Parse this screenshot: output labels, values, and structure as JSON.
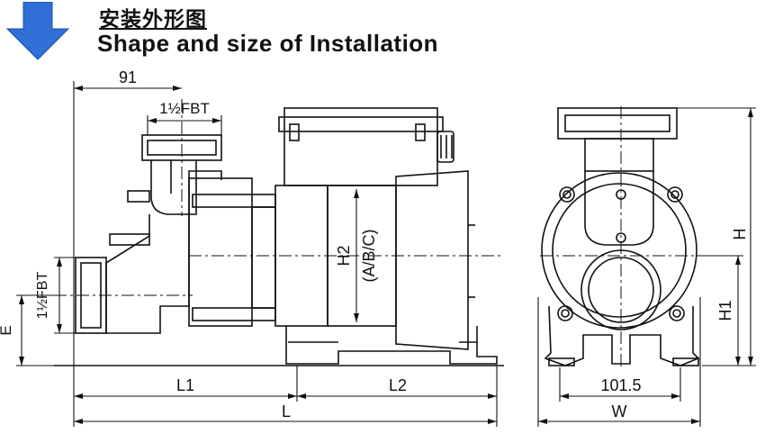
{
  "title_cn": "安装外形图",
  "title_en": "Shape and size of Installation",
  "colors": {
    "accent": "#2f6fd6",
    "line": "#111111"
  },
  "icons": [
    "down-arrow-icon"
  ],
  "dimensions": {
    "d91": "91",
    "fbt_top": "1½FBT",
    "fbt_side": "1½FBT",
    "e": "E",
    "l1": "L1",
    "l2": "L2",
    "l": "L",
    "h2": "H2",
    "abc": "(A/B/C)",
    "h": "H",
    "h1": "H1",
    "d101": "101.5",
    "w": "W"
  }
}
